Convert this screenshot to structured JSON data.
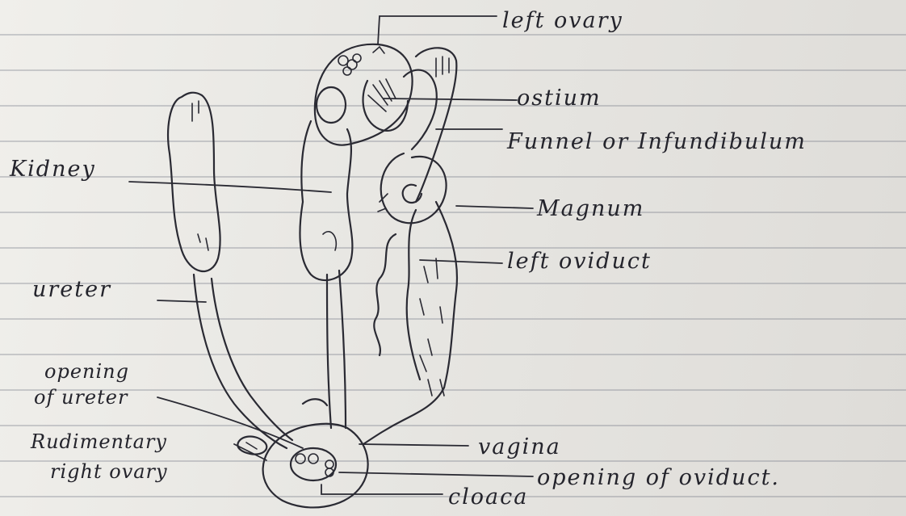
{
  "labels": {
    "left_ovary": "left ovary",
    "ostium": "ostium",
    "funnel": "Funnel or Infundibulum",
    "kidney": "Kidney",
    "magnum": "Magnum",
    "left_oviduct": "left oviduct",
    "ureter": "ureter",
    "opening_of_ureter_1": "opening",
    "opening_of_ureter_2": "of ureter",
    "rudimentary_right_ovary_1": "Rudimentary",
    "rudimentary_right_ovary_2": "right ovary",
    "vagina": "vagina",
    "opening_of_oviduct": "opening of oviduct.",
    "cloaca": "cloaca"
  }
}
